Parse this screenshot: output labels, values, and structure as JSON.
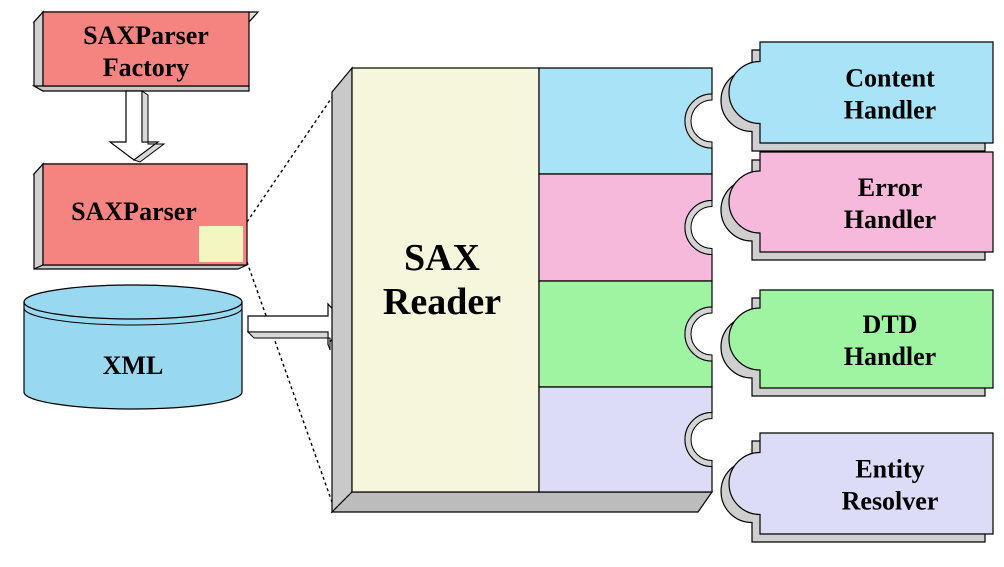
{
  "colors": {
    "factory": "#f5837f",
    "parser": "#f5837f",
    "parser_tab": "#f3f6c1",
    "xml": "#99d9f0",
    "reader_spine": "#f6f6dc",
    "content": "#a9e3f7",
    "error": "#f6b9dc",
    "dtd": "#9ef4a0",
    "entity": "#dcdcf7",
    "shadow": "#cfcfcf",
    "outline": "#000000"
  },
  "factory": {
    "line1": "SAXParser",
    "line2": "Factory"
  },
  "parser": {
    "label": "SAXParser"
  },
  "xml": {
    "label": "XML"
  },
  "reader": {
    "line1": "SAX",
    "line2": "Reader"
  },
  "handlers": [
    {
      "id": "content",
      "line1": "Content",
      "line2": "Handler",
      "icon": "puzzle-piece-icon"
    },
    {
      "id": "error",
      "line1": "Error",
      "line2": "Handler",
      "icon": "puzzle-piece-icon"
    },
    {
      "id": "dtd",
      "line1": "DTD",
      "line2": "Handler",
      "icon": "puzzle-piece-icon"
    },
    {
      "id": "entity",
      "line1": "Entity",
      "line2": "Resolver",
      "icon": "puzzle-piece-icon"
    }
  ]
}
